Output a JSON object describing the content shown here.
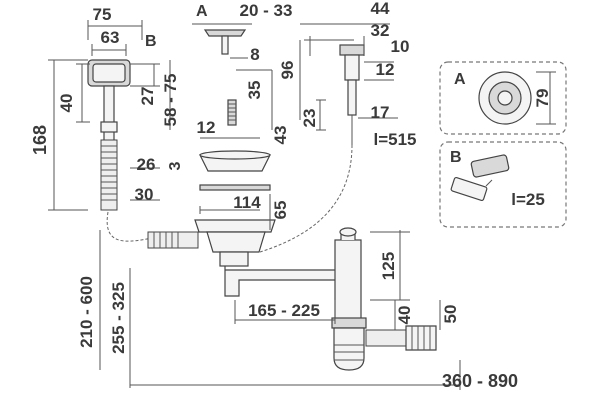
{
  "labels": {
    "detail_a": "A",
    "detail_b": "B",
    "inset_a": "A",
    "inset_b": "B"
  },
  "dimensions": {
    "d75": "75",
    "d63": "63",
    "d168": "168",
    "d40_left": "40",
    "d27": "27",
    "d58_75": "58 - 75",
    "d20_33": "20 - 33",
    "d8": "8",
    "d35": "35",
    "d12_mid": "12",
    "d43": "43",
    "d44": "44",
    "d32": "32",
    "d10": "10",
    "d96": "96",
    "d12_right": "12",
    "d17": "17",
    "d23": "23",
    "l515": "l=515",
    "d79": "79",
    "l25": "l=25",
    "d26": "26",
    "d3": "3",
    "d30": "30",
    "d114": "114",
    "d65": "65",
    "d125": "125",
    "d165_225": "165 - 225",
    "d40_right": "40",
    "d50": "50",
    "d210_600": "210 - 600",
    "d255_325": "255 - 325",
    "d360_890": "360 - 890"
  }
}
